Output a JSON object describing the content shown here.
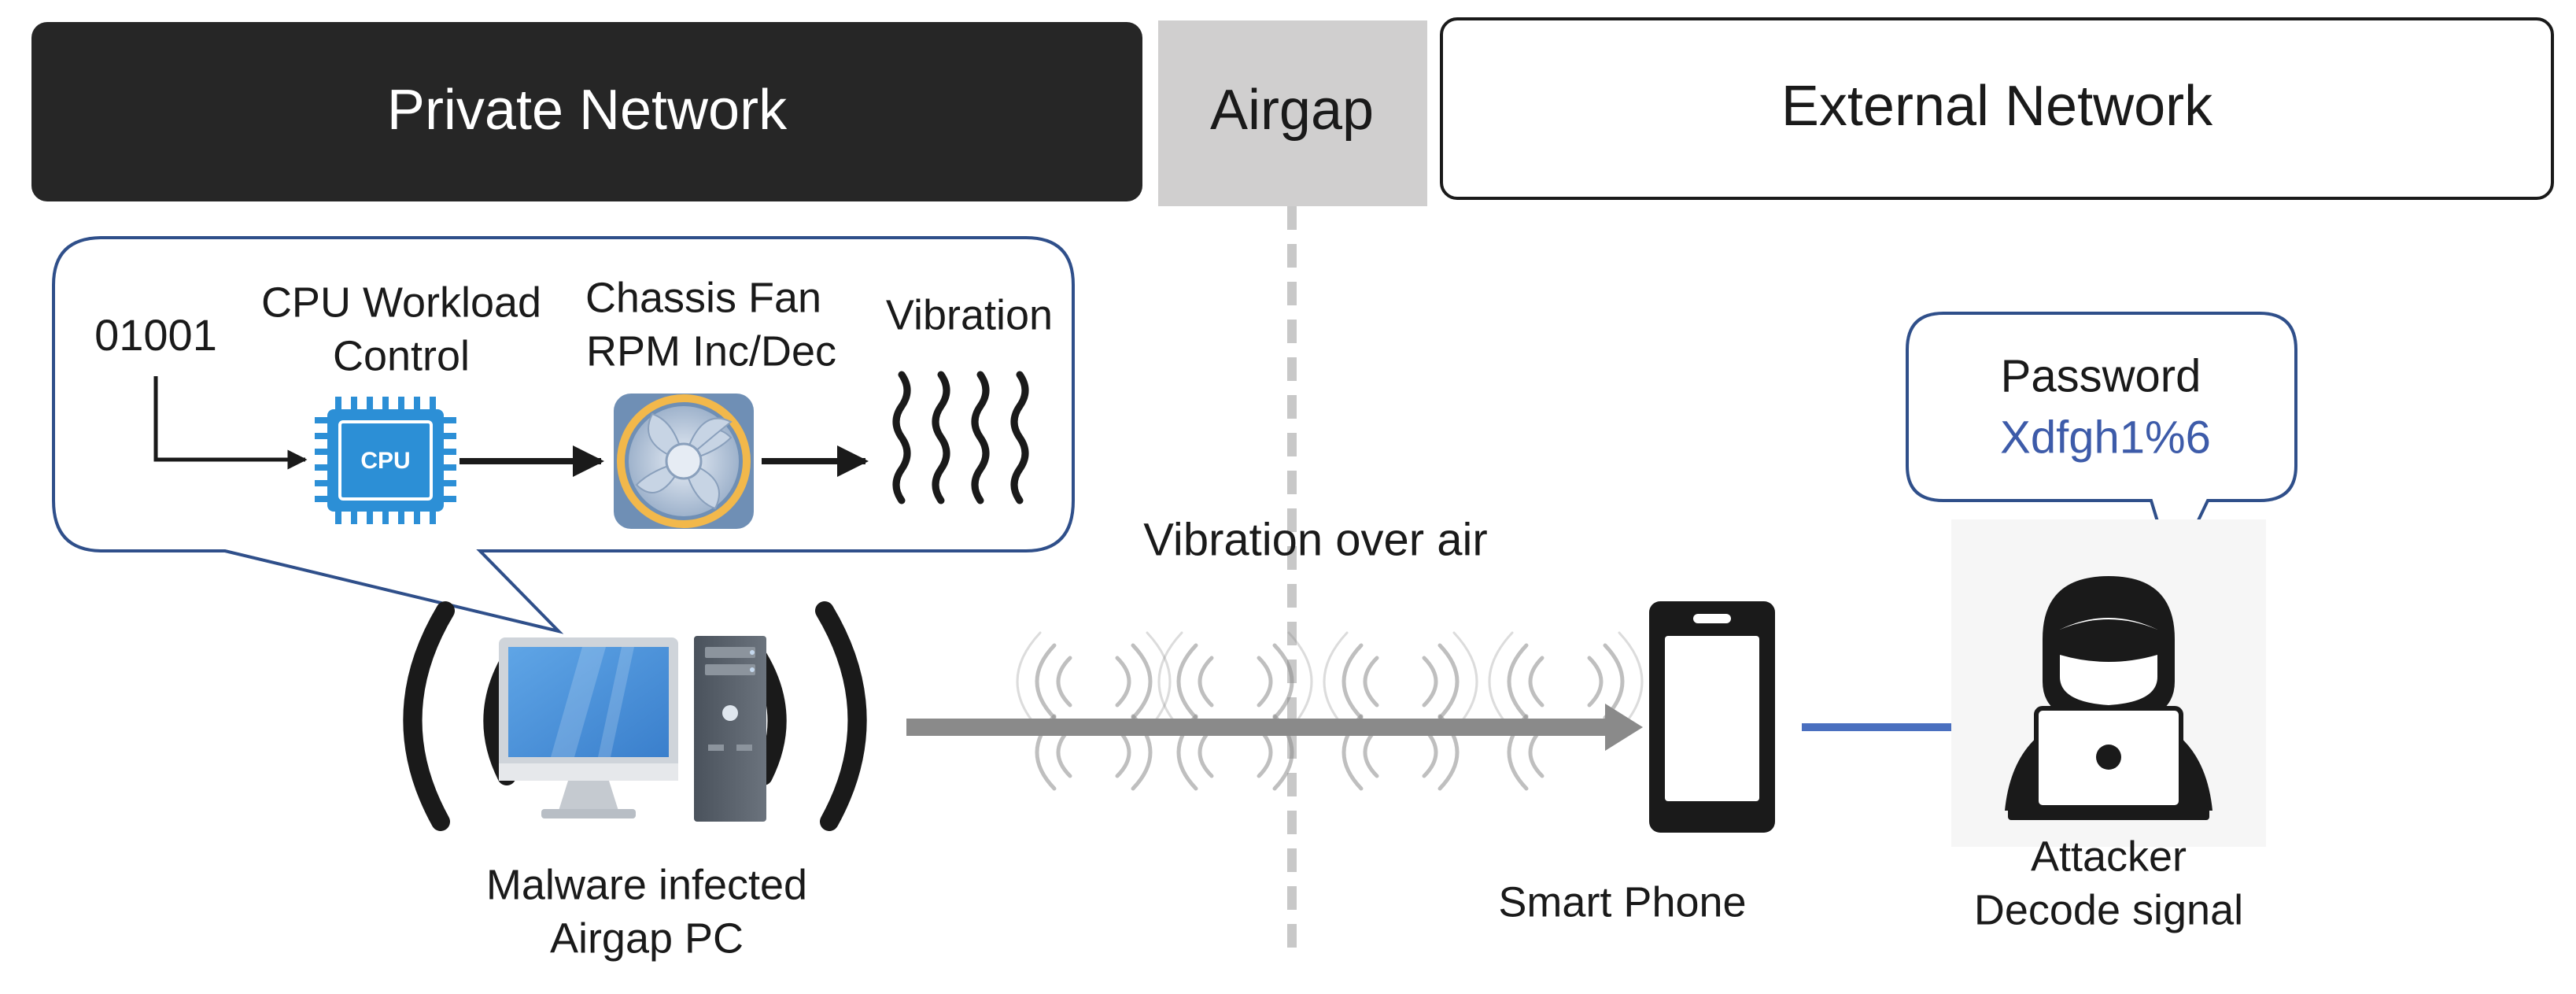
{
  "header": {
    "private_network": "Private Network",
    "airgap": "Airgap",
    "external_network": "External Network"
  },
  "pipeline": {
    "bits": "01001",
    "cpu_label_line1": "CPU Workload",
    "cpu_label_line2": "Control",
    "cpu_chip_text": "CPU",
    "fan_label_line1": "Chassis Fan",
    "fan_label_line2": "RPM Inc/Dec",
    "vibration_label": "Vibration"
  },
  "channel": {
    "label": "Vibration over air"
  },
  "pc": {
    "label_line1": "Malware infected",
    "label_line2": "Airgap PC"
  },
  "phone": {
    "label": "Smart Phone"
  },
  "attacker": {
    "label_line1": "Attacker",
    "label_line2": "Decode signal",
    "bubble_title": "Password",
    "bubble_value": "Xdfgh1%6"
  },
  "colors": {
    "private_header_bg": "#262626",
    "airgap_header_bg": "#d0cfcf",
    "bubble_stroke": "#2f4f8a",
    "password_value": "#3d5ba9",
    "arrow_gray": "#8a8a8a",
    "arrow_blue": "#4a6fbf",
    "monitor_screen": "#4a8fd6",
    "cpu_chip": "#2c8fd6"
  }
}
